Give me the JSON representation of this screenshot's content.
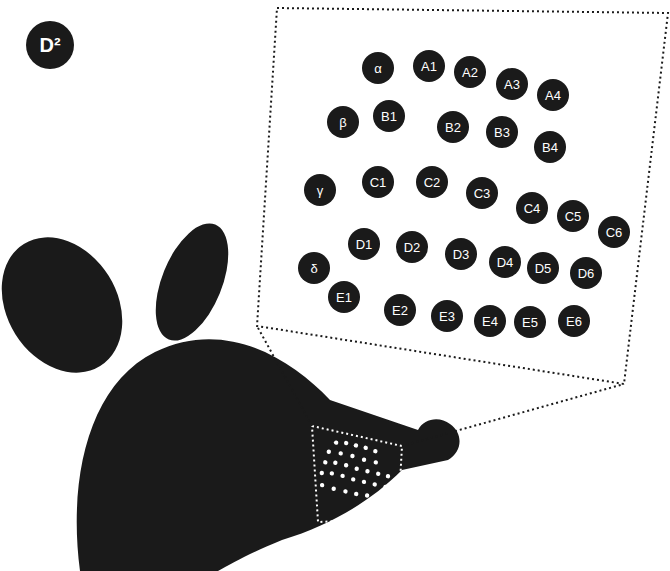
{
  "diagram": {
    "nodes": [
      {
        "text": [
          "D²"
        ]
      },
      {
        "text": [
          "α"
        ]
      },
      {
        "text": [
          "A1"
        ]
      },
      {
        "text": [
          "A2"
        ]
      },
      {
        "text": [
          "A3"
        ]
      },
      {
        "text": [
          "A4"
        ]
      },
      {
        "text": [
          "β"
        ]
      },
      {
        "text": [
          "B1"
        ]
      },
      {
        "text": [
          "B2"
        ]
      },
      {
        "text": [
          "B3"
        ]
      },
      {
        "text": [
          "B4"
        ]
      },
      {
        "text": [
          "γ"
        ]
      },
      {
        "text": [
          "C1"
        ]
      },
      {
        "text": [
          "C2"
        ]
      },
      {
        "text": [
          "C3"
        ]
      },
      {
        "text": [
          "C4"
        ]
      },
      {
        "text": [
          "C5"
        ]
      },
      {
        "text": [
          "C6"
        ]
      },
      {
        "text": [
          "δ"
        ]
      },
      {
        "text": [
          "D1"
        ]
      },
      {
        "text": [
          "D2"
        ]
      },
      {
        "text": [
          "D3"
        ]
      },
      {
        "text": [
          "D4"
        ]
      },
      {
        "text": [
          "D5"
        ]
      },
      {
        "text": [
          "D6"
        ]
      },
      {
        "text": [
          "E1"
        ]
      },
      {
        "text": [
          "E2"
        ]
      },
      {
        "text": [
          "E3"
        ]
      },
      {
        "text": [
          "E4"
        ]
      },
      {
        "text": [
          "E5"
        ]
      },
      {
        "text": [
          "E6"
        ]
      }
    ]
  }
}
